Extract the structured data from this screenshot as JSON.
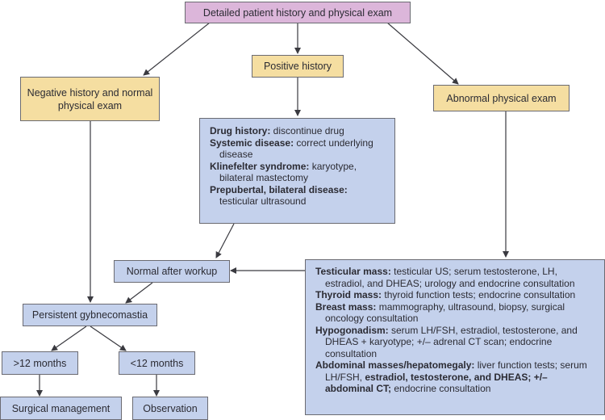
{
  "nodes": {
    "root": "Detailed patient history and physical exam",
    "negative": "Negative history and normal physical exam",
    "positive": "Positive history",
    "abnormal": "Abnormal physical exam",
    "normal_after": "Normal after workup",
    "persistent": "Persistent gybnecomastia",
    "gt12": ">12 months",
    "lt12": "<12 months",
    "surgical": "Surgical management",
    "observation": "Observation"
  },
  "positive_details": [
    {
      "label": "Drug history:",
      "text": " discontinue drug"
    },
    {
      "label": "Systemic disease:",
      "text": " correct underlying disease"
    },
    {
      "label": "Klinefelter syndrome:",
      "text": " karyotype, bilateral mastectomy"
    },
    {
      "label": "Prepubertal, bilateral disease:",
      "text": " testicular ultrasound"
    }
  ],
  "abnormal_details": [
    {
      "label": "Testicular mass:",
      "text": " testicular US; serum testosterone, LH, estradiol, and DHEAS; urology and endocrine consultation"
    },
    {
      "label": "Thyroid mass:",
      "text": " thyroid function tests; endocrine consultation"
    },
    {
      "label": "Breast mass:",
      "text": " mammography, ultrasound, biopsy, surgical oncology consultation"
    },
    {
      "label": "Hypogonadism:",
      "text": " serum LH/FSH, estradiol, testosterone, and DHEAS + karyotype; +/– adrenal CT scan; endocrine consultation"
    },
    {
      "label": "Abdominal masses/hepatomegaly:",
      "text": " liver function tests; serum LH/FSH, ",
      "bold2": "estradiol, testosterone, and DHEAS; +/– abdominal CT;",
      "text2": " endocrine consultation"
    }
  ],
  "colors": {
    "pink": "#dcb6da",
    "tan": "#f5dea1",
    "blue": "#c4d1ec",
    "line": "#3a3a40"
  }
}
